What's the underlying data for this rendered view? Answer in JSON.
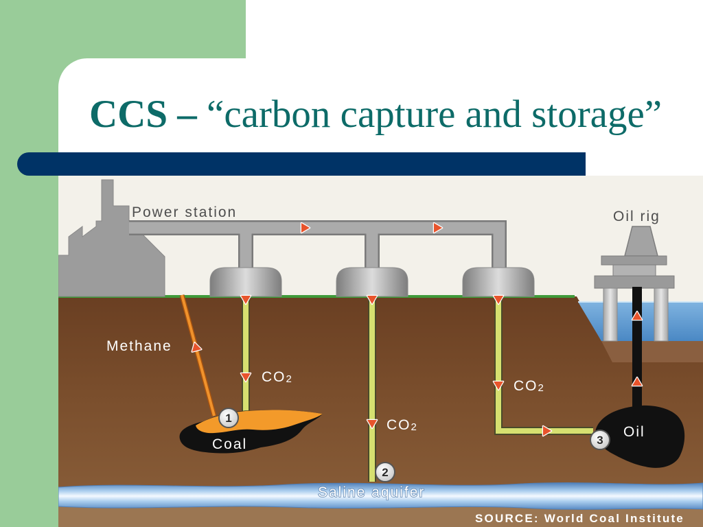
{
  "slide": {
    "title_bold": "CCS –",
    "title_rest": "“carbon capture and storage”"
  },
  "colors": {
    "sidebar_green": "#99cc99",
    "title_bar_navy": "#003366",
    "title_teal": "#0d6b68"
  },
  "diagram": {
    "labels": {
      "power_station": "Power station",
      "oil_rig": "Oil rig",
      "methane": "Methane",
      "co2": {
        "base": "CO",
        "sub": "2"
      },
      "coal": "Coal",
      "oil": "Oil",
      "saline_aquifer": "Saline aquifer",
      "source": "SOURCE: World Coal Institute"
    },
    "markers": [
      "1",
      "2",
      "3"
    ]
  }
}
